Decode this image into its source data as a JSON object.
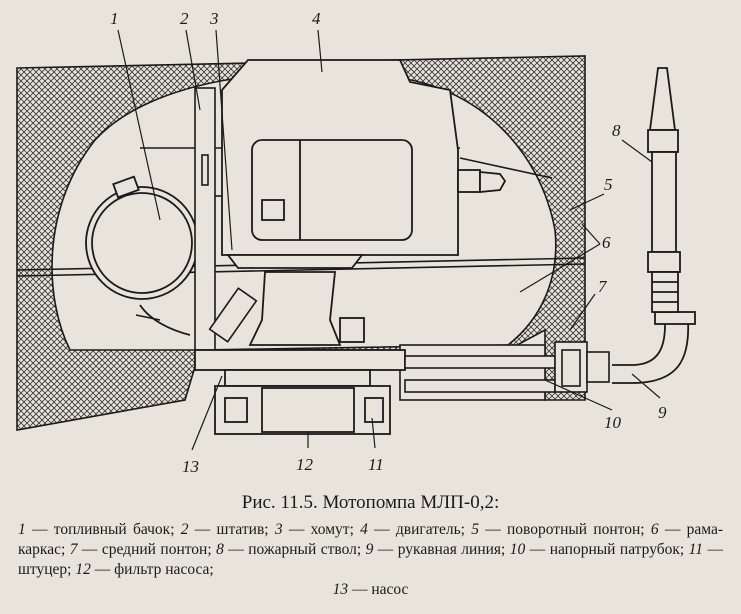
{
  "figure": {
    "callouts": [
      "1",
      "2",
      "3",
      "4",
      "5",
      "6",
      "7",
      "8",
      "9",
      "10",
      "11",
      "12",
      "13"
    ]
  },
  "caption": {
    "title": "Рис. 11.5. Мотопомпа МЛП-0,2:",
    "items": [
      {
        "num": "1",
        "text": "топливный бачок;"
      },
      {
        "num": "2",
        "text": "штатив;"
      },
      {
        "num": "3",
        "text": "хомут;"
      },
      {
        "num": "4",
        "text": "двигатель;"
      },
      {
        "num": "5",
        "text": "поворотный понтон;"
      },
      {
        "num": "6",
        "text": "рама-каркас;"
      },
      {
        "num": "7",
        "text": "средний понтон;"
      },
      {
        "num": "8",
        "text": "пожарный ствол;"
      },
      {
        "num": "9",
        "text": "рукавная линия;"
      },
      {
        "num": "10",
        "text": "напорный патрубок;"
      },
      {
        "num": "11",
        "text": "штуцер;"
      },
      {
        "num": "12",
        "text": "фильтр насоса;"
      },
      {
        "num": "13",
        "text": "насос"
      }
    ],
    "dash": " — "
  }
}
